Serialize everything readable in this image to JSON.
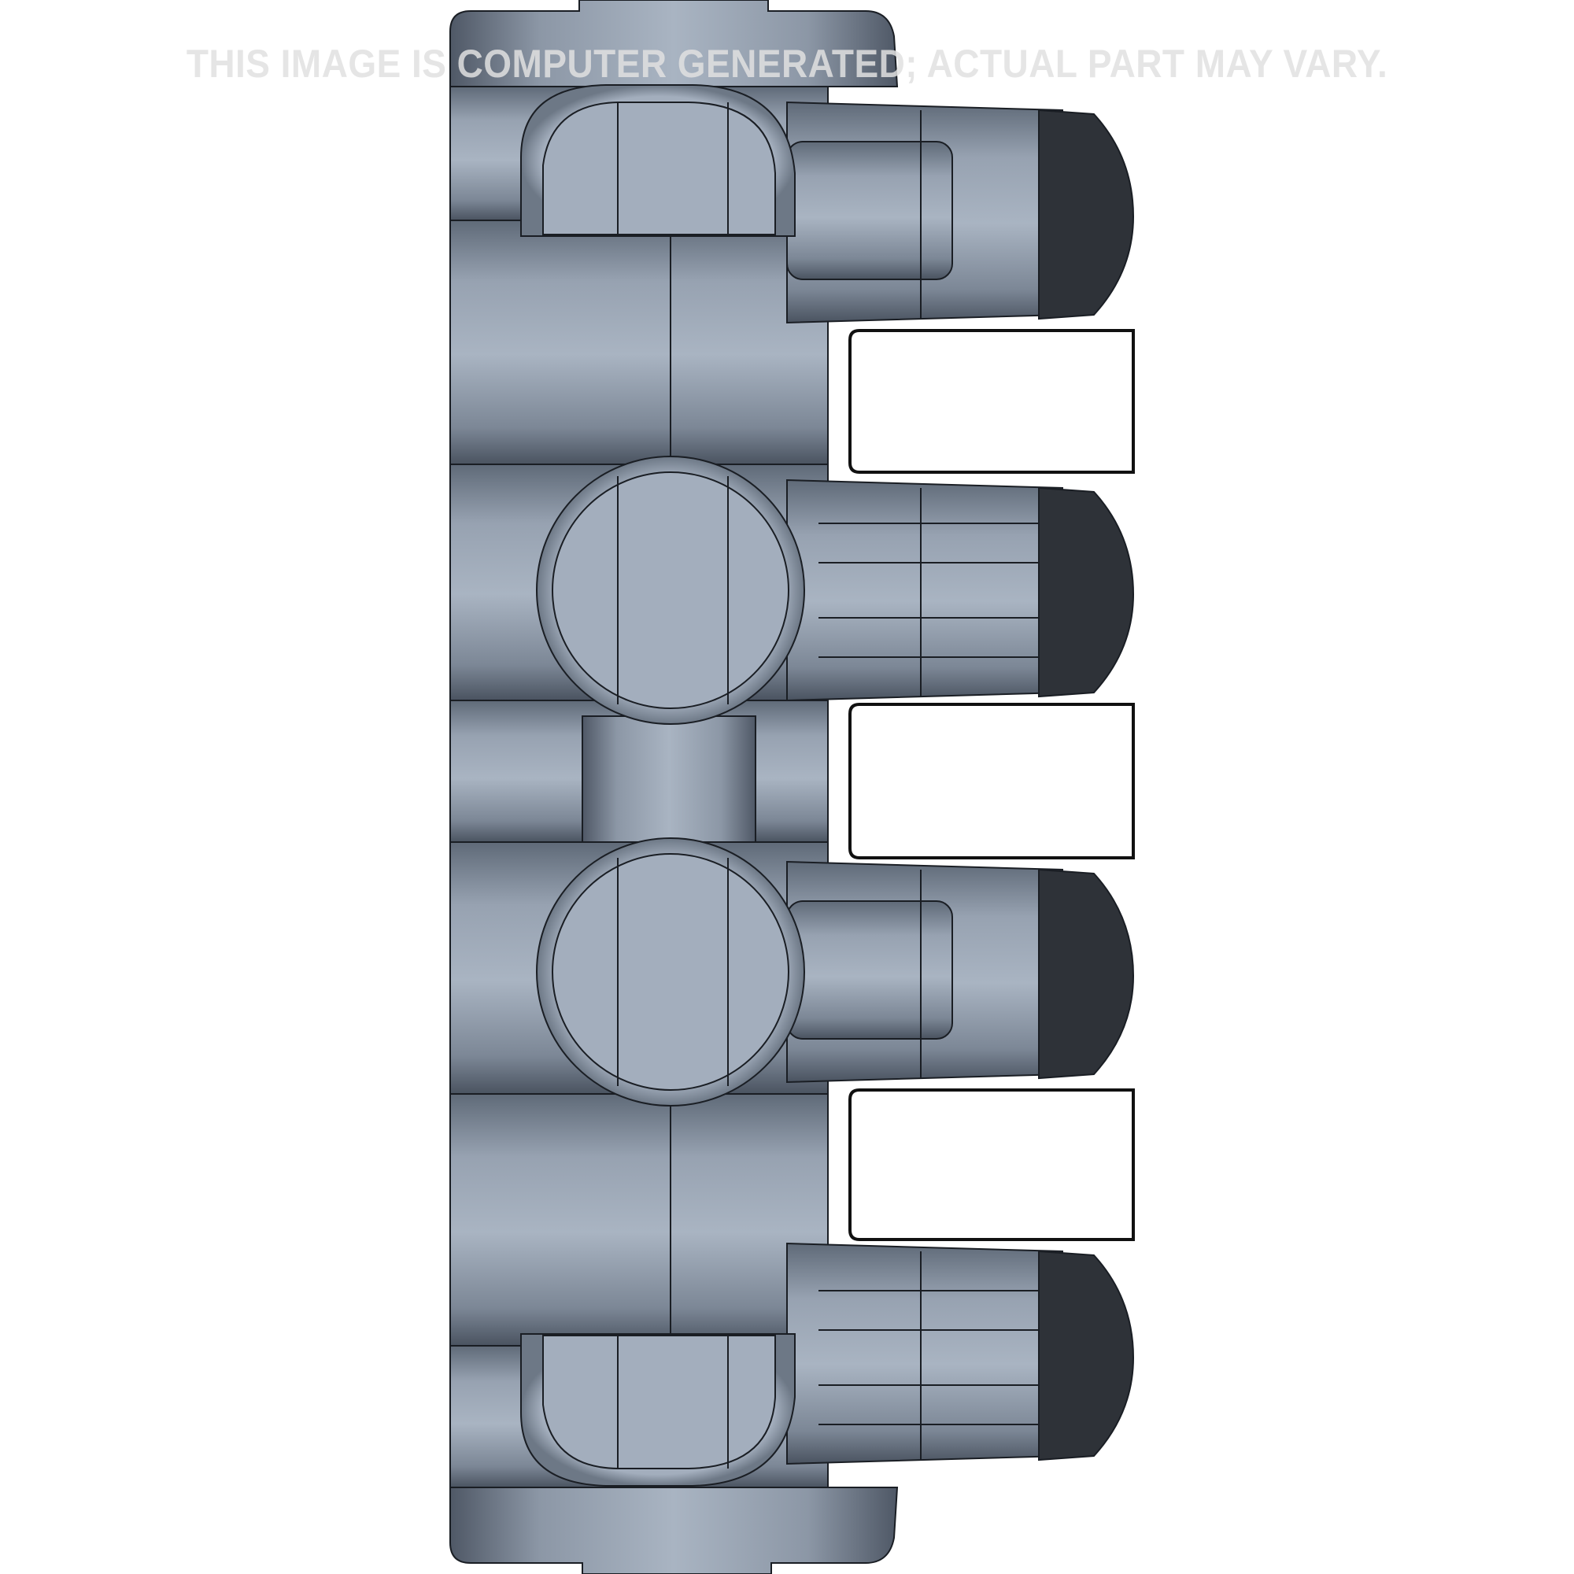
{
  "watermark": {
    "text": "THIS IMAGE IS COMPUTER GENERATED; ACTUAL PART MAY VARY."
  },
  "render": {
    "subject": "manifold-valve-body-cad-render",
    "view": "top",
    "ports_right": 4,
    "cross_bores": 4,
    "colors": {
      "body": "#a3aebd",
      "body_shadow": "#5f6a78",
      "edge": "#1a1e24",
      "cap": "#2e3238",
      "background": "#ffffff"
    }
  }
}
